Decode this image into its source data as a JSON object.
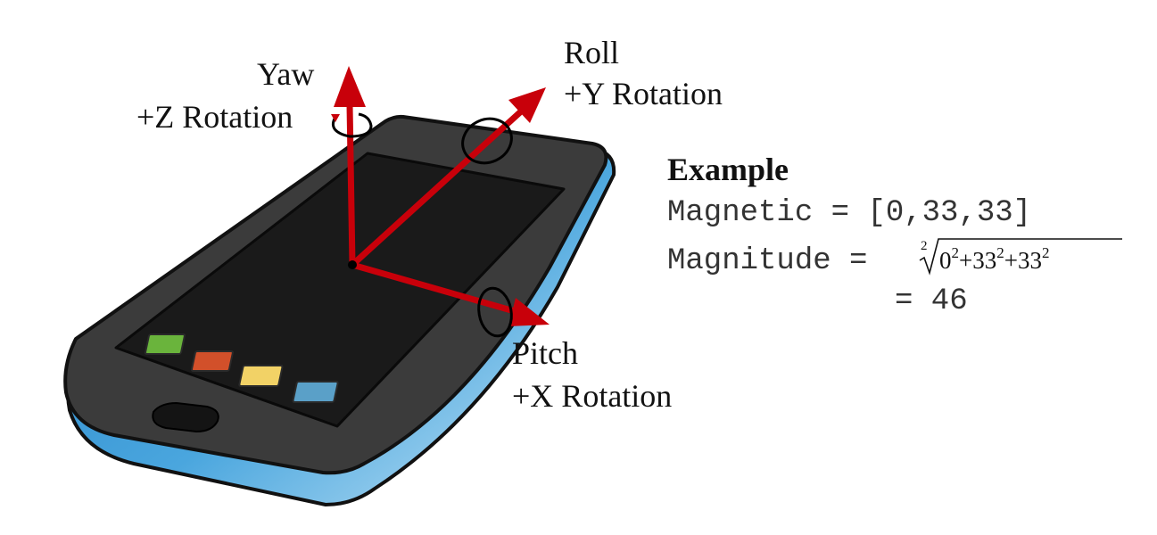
{
  "axes": {
    "yaw": {
      "name": "Yaw",
      "rotation": "+Z Rotation"
    },
    "roll": {
      "name": "Roll",
      "rotation": "+Y Rotation"
    },
    "pitch": {
      "name": "Pitch",
      "rotation": "+X Rotation"
    }
  },
  "example": {
    "heading": "Example",
    "magnetic_line": "Magnetic = [0,33,33]",
    "magnitude_prefix": "Magnitude =",
    "root_index": "2",
    "radicand": {
      "t1": "0",
      "e1": "2",
      "op1": "+",
      "t2": "33",
      "e2": "2",
      "op2": "+",
      "t3": "33",
      "e3": "2"
    },
    "result_line": "= 46"
  },
  "colors": {
    "arrow": "#c8000a",
    "screen": "#1a1a1a",
    "bezel": "#3b3b3b",
    "case": "#3f9ad8"
  },
  "app_icons": [
    {
      "name": "green",
      "color": "#6ab43c"
    },
    {
      "name": "orange",
      "color": "#d2502a"
    },
    {
      "name": "yellow",
      "color": "#f2d266"
    },
    {
      "name": "blue",
      "color": "#5aa0c8"
    }
  ]
}
